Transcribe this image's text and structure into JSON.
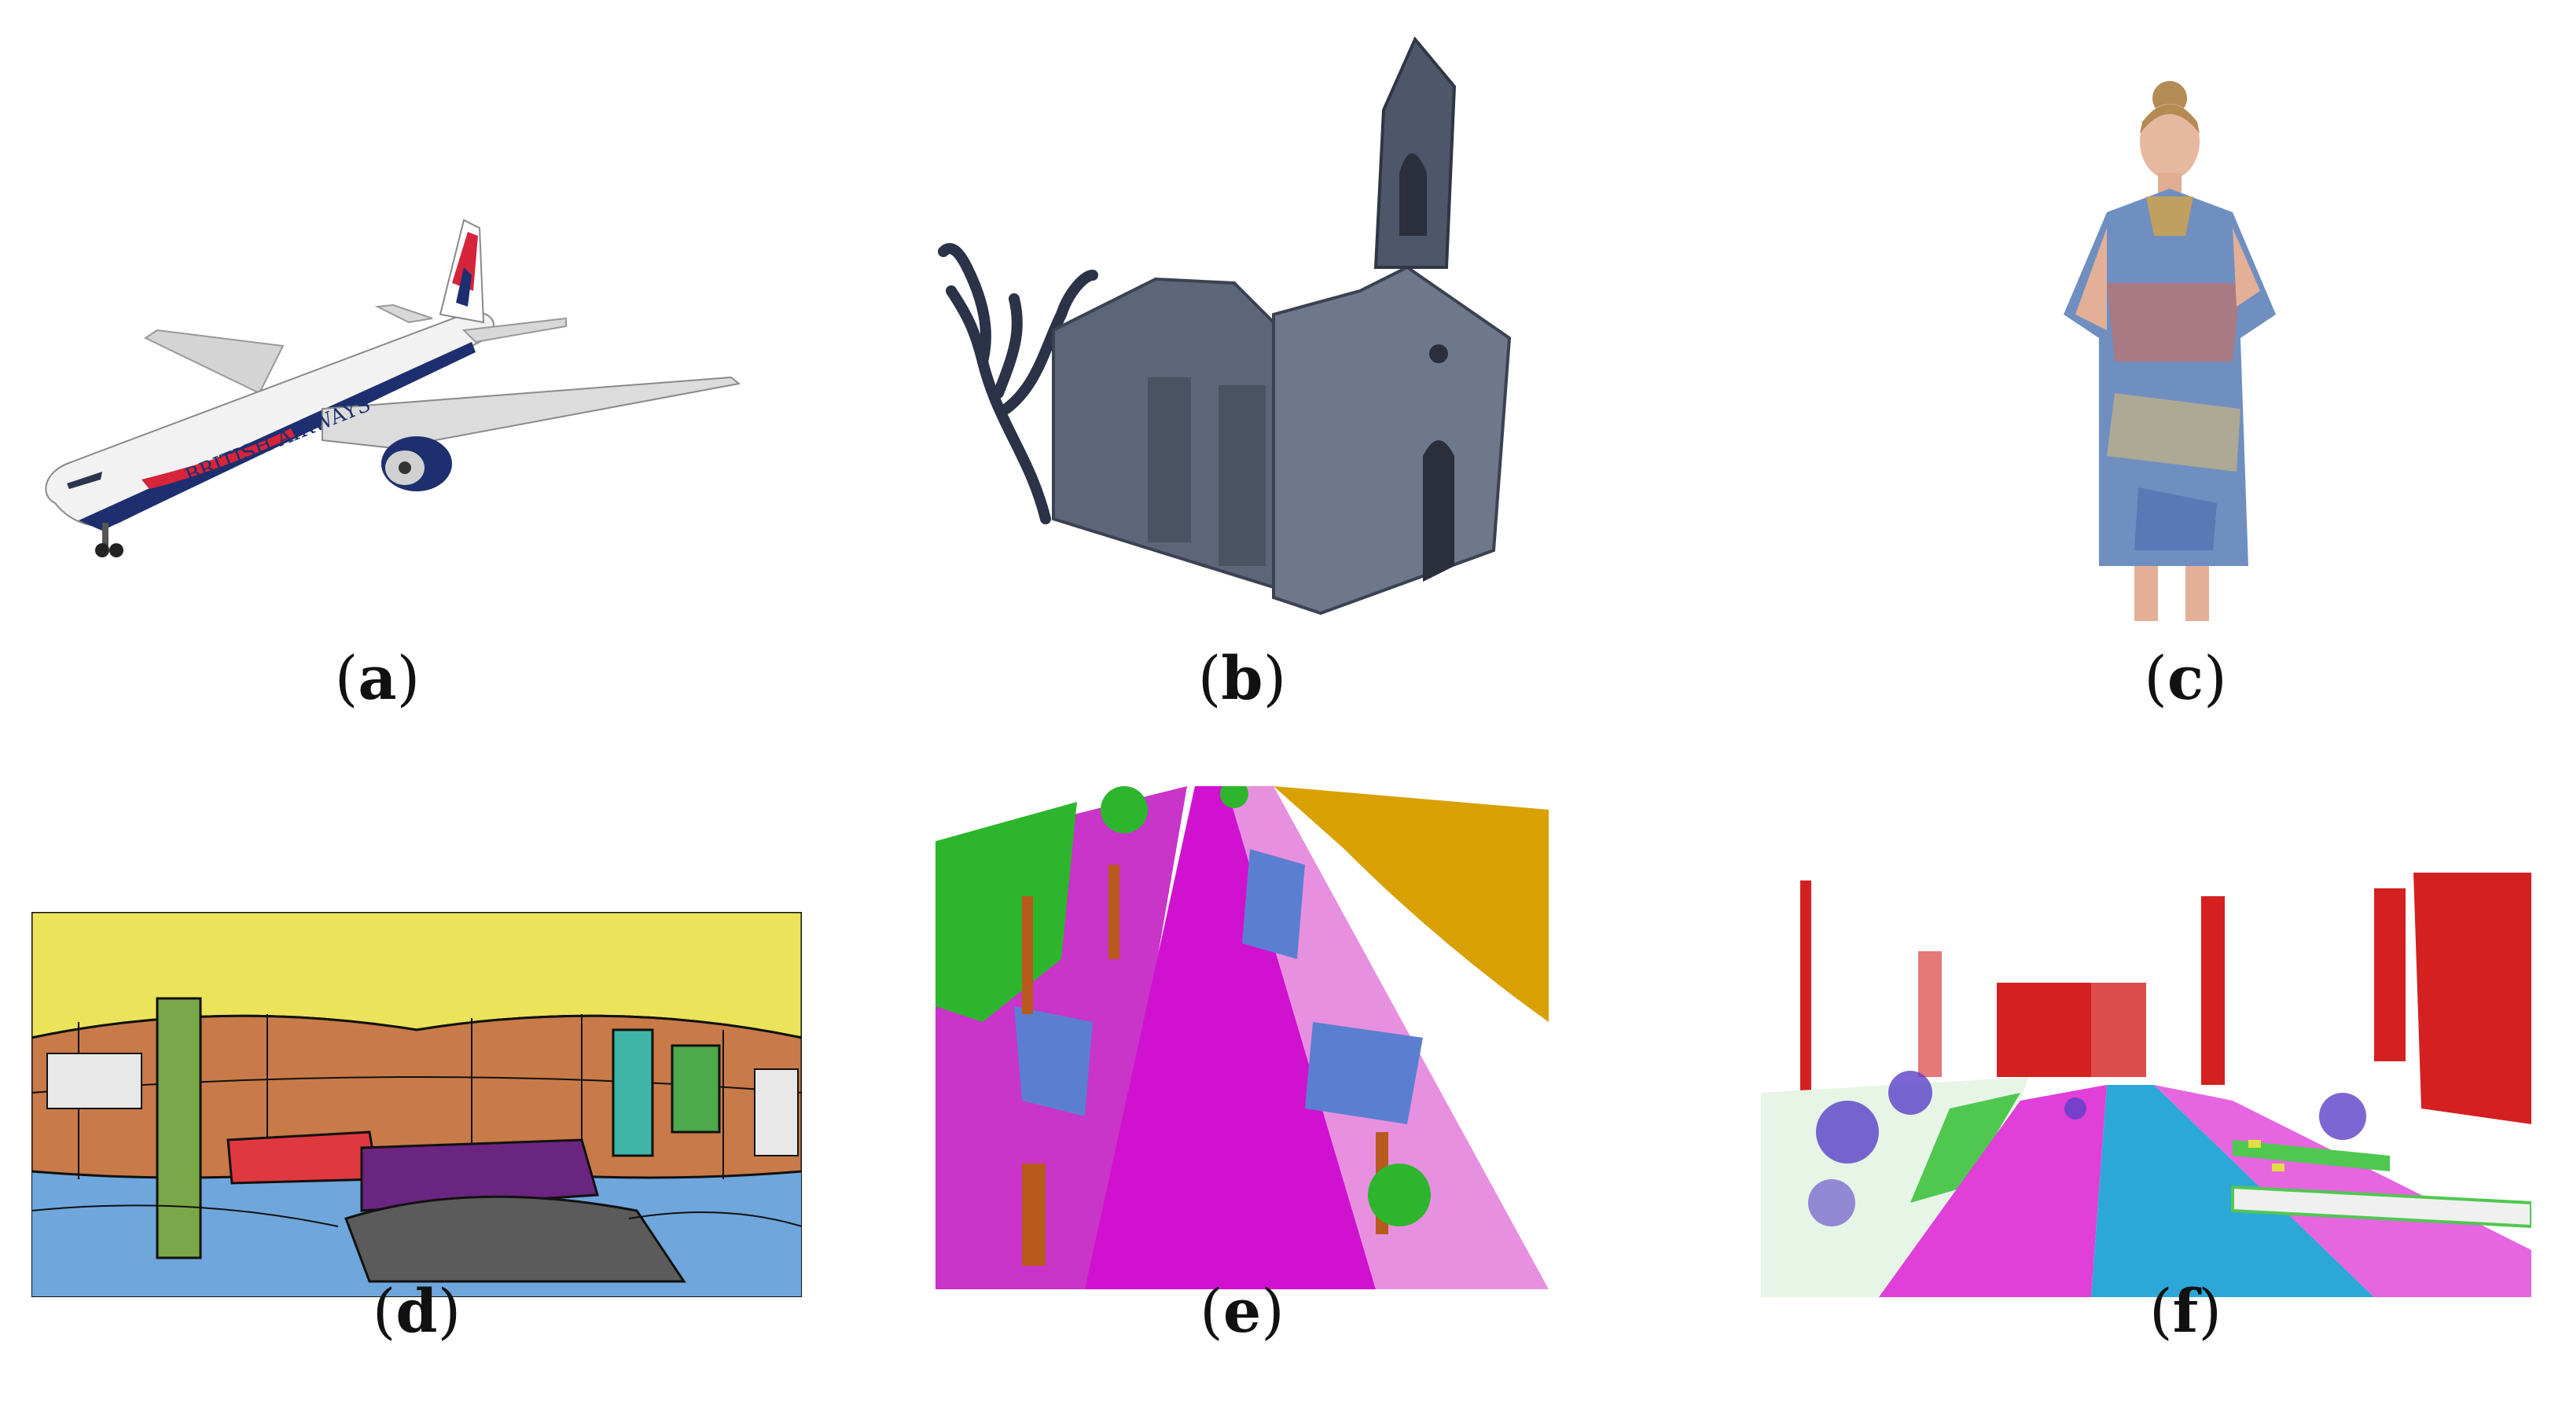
{
  "captions": [
    {
      "id": "a",
      "open": "(",
      "letter": "a",
      "close": ")"
    },
    {
      "id": "b",
      "open": "(",
      "letter": "b",
      "close": ")"
    },
    {
      "id": "c",
      "open": "(",
      "letter": "c",
      "close": ")"
    },
    {
      "id": "d",
      "open": "(",
      "letter": "d",
      "close": ")"
    },
    {
      "id": "e",
      "open": "(",
      "letter": "e",
      "close": ")"
    },
    {
      "id": "f",
      "open": "(",
      "letter": "f",
      "close": ")"
    }
  ],
  "airplane_livery": "BRITISH AIRWAYS",
  "colors": {
    "indoor_walls": "#c87a48",
    "indoor_ceiling": "#ebe35a",
    "indoor_floor": "#6fa6dc",
    "indoor_furniture": "#6a2580",
    "indoor_counter": "#e0383f",
    "indoor_carpet": "#5b5b5b",
    "road": "#d012d0",
    "vegetation": "#2db62d",
    "trunk": "#b85a1c",
    "car": "#5b7fd0",
    "terrain": "#d8a000",
    "building": "#d42020",
    "street": "#2ca8d8",
    "sidewalk": "#e040d8",
    "grass": "#50c850",
    "tree_points": "#5a40c8"
  }
}
